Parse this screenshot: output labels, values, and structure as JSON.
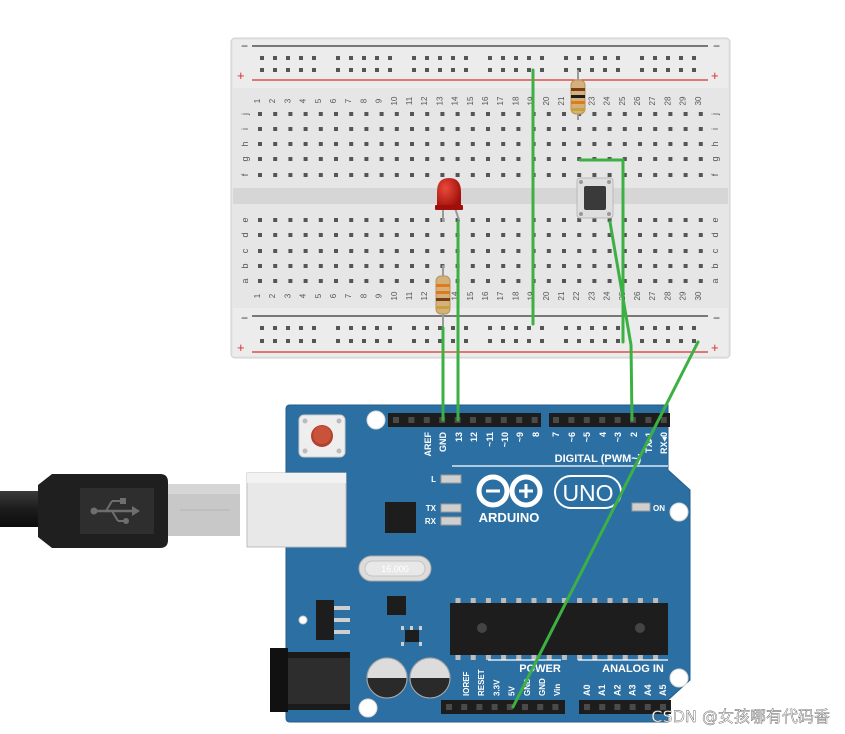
{
  "breadboard": {
    "rail_minus": "−",
    "rail_plus": "+",
    "row_letters_top": [
      "j",
      "i",
      "h",
      "g",
      "f"
    ],
    "row_letters_bottom": [
      "e",
      "d",
      "c",
      "b",
      "a"
    ],
    "column_numbers": [
      "1",
      "2",
      "3",
      "4",
      "5",
      "6",
      "7",
      "8",
      "9",
      "10",
      "11",
      "12",
      "13",
      "14",
      "15",
      "16",
      "17",
      "18",
      "19",
      "20",
      "21",
      "22",
      "23",
      "24",
      "25",
      "26",
      "27",
      "28",
      "29",
      "30"
    ]
  },
  "arduino": {
    "brand": "ARDUINO",
    "model": "UNO",
    "digital_header": "DIGITAL (PWM~)",
    "top_pins": [
      "AREF",
      "GND",
      "13",
      "12",
      "~11",
      "~10",
      "~9",
      "8",
      "7",
      "~6",
      "~5",
      "4",
      "~3",
      "2",
      "TX▸1",
      "RX◂0"
    ],
    "led_labels": [
      "L",
      "TX",
      "RX"
    ],
    "on_label": "ON",
    "crystal_text": "16.000",
    "power_header": "POWER",
    "analog_header": "ANALOG IN",
    "power_pins": [
      "IOREF",
      "RESET",
      "3.3V",
      "5V",
      "GND",
      "GND",
      "Vin"
    ],
    "analog_pins": [
      "A0",
      "A1",
      "A2",
      "A3",
      "A4",
      "A5"
    ]
  },
  "colors": {
    "wire": "#3cb043",
    "board": "#2c6fa3",
    "led": "#c0150f",
    "rail_red": "#d9312b",
    "rail_black": "#333333"
  },
  "watermark": "CSDN @女孩哪有代码香"
}
